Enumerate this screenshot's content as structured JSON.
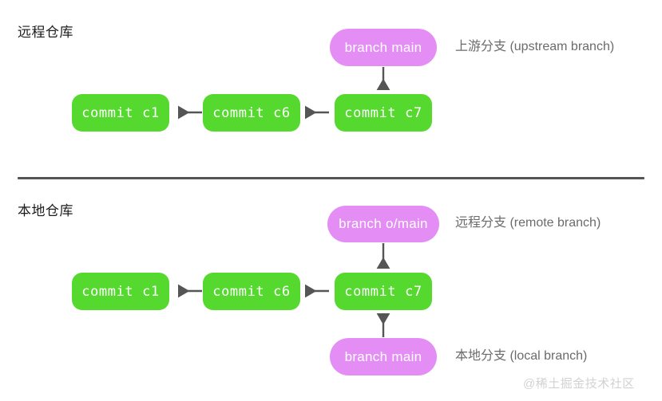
{
  "diagram": {
    "title": "Git remote / local repository branch diagram",
    "colors": {
      "commit_node": "#55d92f",
      "branch_node": "#e48df5",
      "arrow": "#555555",
      "divider": "#555555",
      "heading_text": "#1c1c1c",
      "annotation_text": "#6b6b6b",
      "node_text": "#ffffff",
      "watermark_text": "#d2d2d2",
      "background": "#ffffff"
    },
    "sections": [
      {
        "id": "remote-repository",
        "heading": "远程仓库",
        "nodes": [
          {
            "id": "remote-branch-main",
            "type": "branch",
            "label": "branch  main"
          },
          {
            "id": "remote-commit-c1",
            "type": "commit",
            "label": "commit c1"
          },
          {
            "id": "remote-commit-c6",
            "type": "commit",
            "label": "commit c6"
          },
          {
            "id": "remote-commit-c7",
            "type": "commit",
            "label": "commit c7"
          }
        ],
        "annotations": [
          {
            "id": "upstream-branch-label",
            "text": "上游分支 (upstream branch)"
          }
        ]
      },
      {
        "id": "local-repository",
        "heading": "本地仓库",
        "nodes": [
          {
            "id": "local-branch-omain",
            "type": "branch",
            "label": "branch  o/main"
          },
          {
            "id": "local-commit-c1",
            "type": "commit",
            "label": "commit c1"
          },
          {
            "id": "local-commit-c6",
            "type": "commit",
            "label": "commit c6"
          },
          {
            "id": "local-commit-c7",
            "type": "commit",
            "label": "commit c7"
          },
          {
            "id": "local-branch-main",
            "type": "branch",
            "label": "branch  main"
          }
        ],
        "annotations": [
          {
            "id": "remote-branch-label",
            "text": "远程分支 (remote branch)"
          },
          {
            "id": "local-branch-label",
            "text": "本地分支 (local branch)"
          }
        ]
      }
    ],
    "watermark": "@稀土掘金技术社区"
  }
}
